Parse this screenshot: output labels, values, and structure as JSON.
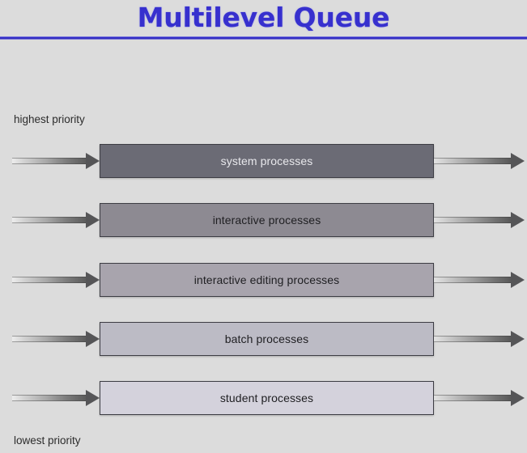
{
  "slide": {
    "title": "Multilevel Queue",
    "title_color": "#3730ce",
    "rule_color": "#3730ce",
    "background_color": "#dcdcdc"
  },
  "labels": {
    "highest": "highest priority",
    "lowest": "lowest priority"
  },
  "queues": [
    {
      "label": "system processes",
      "fill": "#6b6b75",
      "text_color": "#e8e8ec",
      "border": "#3d3d44"
    },
    {
      "label": "interactive processes",
      "fill": "#8d8a92",
      "text_color": "#1f1f22",
      "border": "#3d3d44"
    },
    {
      "label": "interactive editing processes",
      "fill": "#a8a4ad",
      "text_color": "#1f1f22",
      "border": "#3d3d44"
    },
    {
      "label": "batch processes",
      "fill": "#bcbbc5",
      "text_color": "#1f1f22",
      "border": "#3d3d44"
    },
    {
      "label": "student processes",
      "fill": "#d4d2dc",
      "text_color": "#1f1f22",
      "border": "#3d3d44"
    }
  ],
  "arrows": {
    "incoming_name": "incoming-arrow",
    "outgoing_name": "outgoing-arrow"
  }
}
